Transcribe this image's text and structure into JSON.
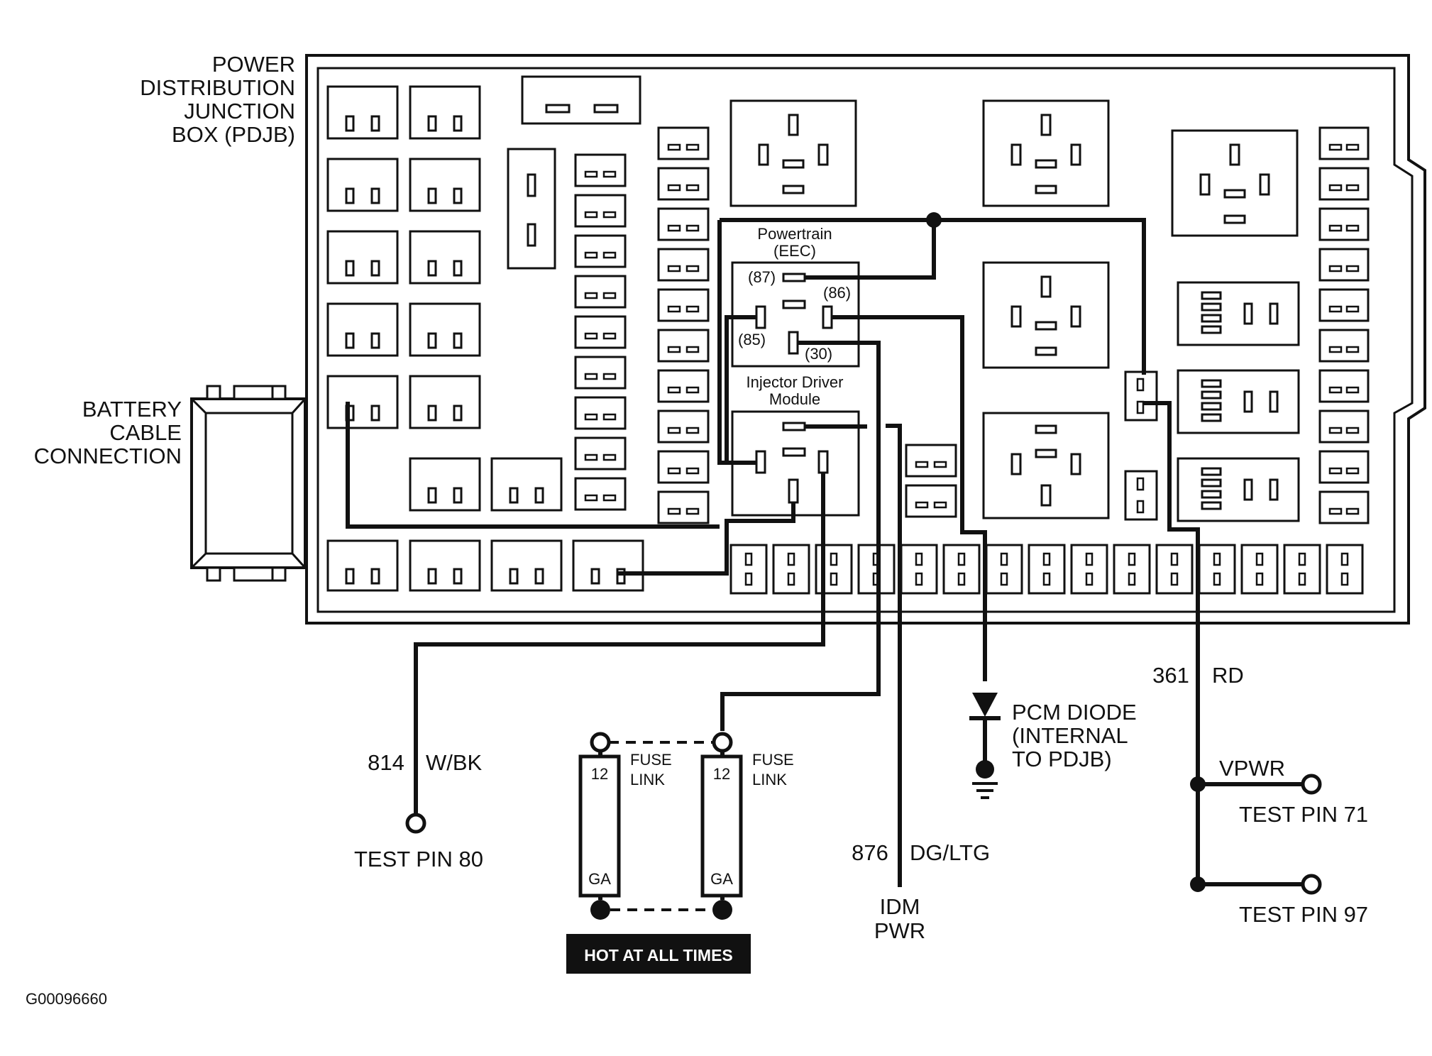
{
  "labels": {
    "pdjb": [
      "POWER",
      "DISTRIBUTION",
      "JUNCTION",
      "BOX (PDJB)"
    ],
    "battery": [
      "BATTERY",
      "CABLE",
      "CONNECTION"
    ],
    "powertrain": [
      "Powertrain",
      "(EEC)"
    ],
    "injector": [
      "Injector Driver",
      "Module"
    ],
    "pin87": "(87)",
    "pin86": "(86)",
    "pin85": "(85)",
    "pin30": "(30)",
    "wire814": "814",
    "wire814_color": "W/BK",
    "test_pin_80": "TEST PIN 80",
    "fuse_gauge": "12",
    "fuse_ga": "GA",
    "fuse_link": [
      "FUSE",
      "LINK"
    ],
    "hot_at_all_times": "HOT AT ALL TIMES",
    "wire876": "876",
    "wire876_color": "DG/LTG",
    "idm_pwr": [
      "IDM",
      "PWR"
    ],
    "pcm_diode": [
      "PCM DIODE",
      "(INTERNAL",
      "TO PDJB)"
    ],
    "wire361": "361",
    "wire361_color": "RD",
    "vpwr": "VPWR",
    "test_pin_71": "TEST PIN 71",
    "test_pin_97": "TEST PIN 97",
    "figure_id": "G00096660"
  },
  "colors": {
    "line": "#111111",
    "background": "#ffffff",
    "badge_bg": "#111111",
    "badge_text": "#ffffff"
  }
}
